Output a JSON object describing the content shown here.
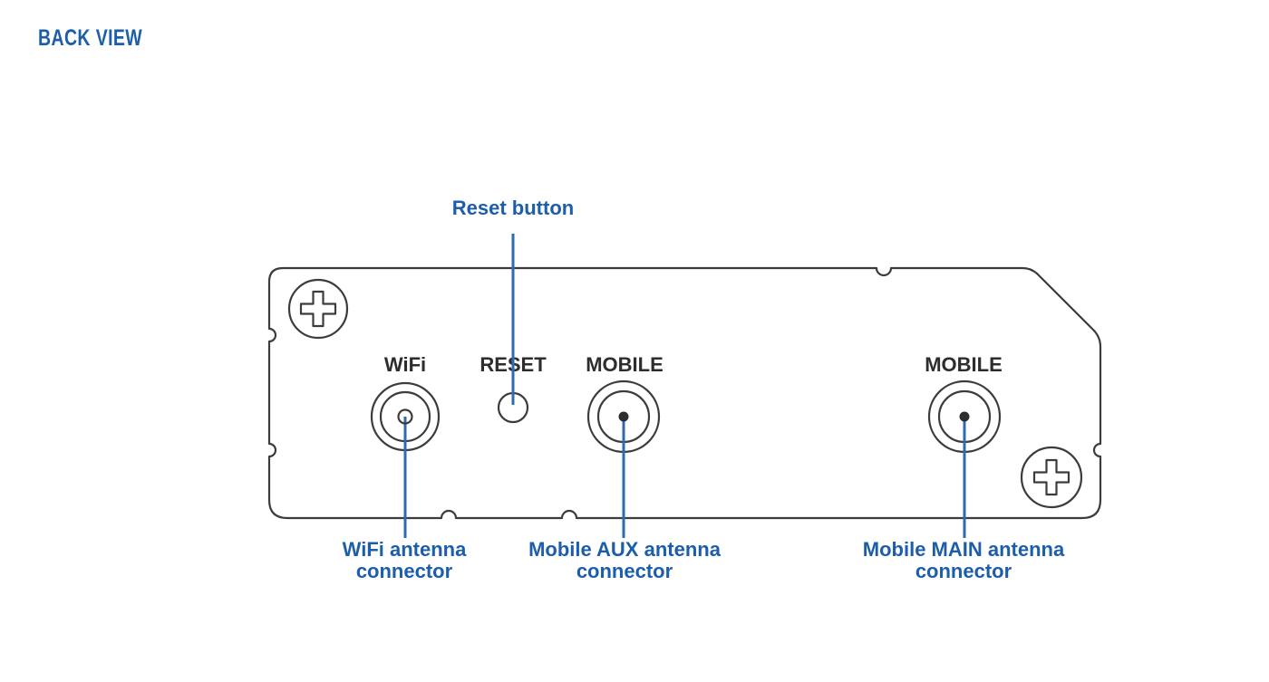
{
  "colors": {
    "accent_blue": "#1c5ea9",
    "line_blue": "#2e6bb0",
    "outline": "#3c3c3c",
    "text_dark": "#2d2d2d",
    "background": "#ffffff"
  },
  "title": "BACK VIEW",
  "diagram": {
    "port_labels": {
      "wifi": "WiFi",
      "reset": "RESET",
      "mobile_aux": "MOBILE",
      "mobile_main": "MOBILE"
    },
    "annotations": {
      "reset": "Reset button",
      "wifi": "WiFi antenna\nconnector",
      "mobile_aux": "Mobile AUX antenna\nconnector",
      "mobile_main": "Mobile MAIN antenna\nconnector"
    },
    "icons": {
      "screw_top_left": "phillips-screw-icon",
      "screw_bottom_right": "phillips-screw-icon",
      "wifi_connector": "coax-connector-icon",
      "reset_button": "push-button-icon",
      "mobile_aux_connector": "coax-connector-icon",
      "mobile_main_connector": "coax-connector-icon"
    }
  }
}
